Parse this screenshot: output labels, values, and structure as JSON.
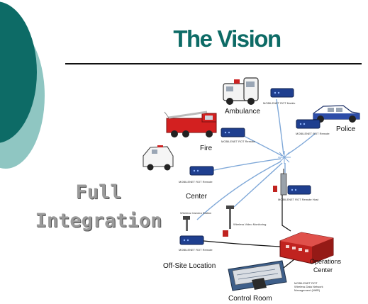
{
  "slide": {
    "title": "The Vision",
    "side_text": {
      "line1": "Full",
      "line2": "Integration"
    }
  },
  "diagram": {
    "nodes": {
      "ambulance": {
        "label": "Ambulance",
        "device": "MOBILENET ROT Mobile"
      },
      "police": {
        "label": "Police",
        "device": "MOBILENET ROT Remote"
      },
      "fire": {
        "label": "Fire",
        "device": "MOBILENET ROT Remote"
      },
      "center": {
        "label": "Center",
        "device": "MOBILENET ROT Remote"
      },
      "wireless_camera": {
        "label": "Wireless Camera Station"
      },
      "wireless_video": {
        "label": "Wireless Video Monitoring"
      },
      "tower_device": {
        "device": "MOBILENET ROT Remote Host"
      },
      "offsite": {
        "label": "Off-Site Location",
        "device": "MOBILENET ROT Remote"
      },
      "operations": {
        "label_line1": "Operations",
        "label_line2": "Center"
      },
      "control_room": {
        "label": "Control Room",
        "device_line1": "MOBILENET ROT",
        "device_line2": "Wireless Data Network",
        "device_line3": "Management (NMR)"
      }
    }
  },
  "colors": {
    "accent_teal": "#0d6b66",
    "light_teal": "#8fc6c2",
    "device_blue": "#1f3f8f",
    "fire_red": "#d32020",
    "building_red": "#c0231f",
    "link_blue": "#7fa8d8"
  }
}
